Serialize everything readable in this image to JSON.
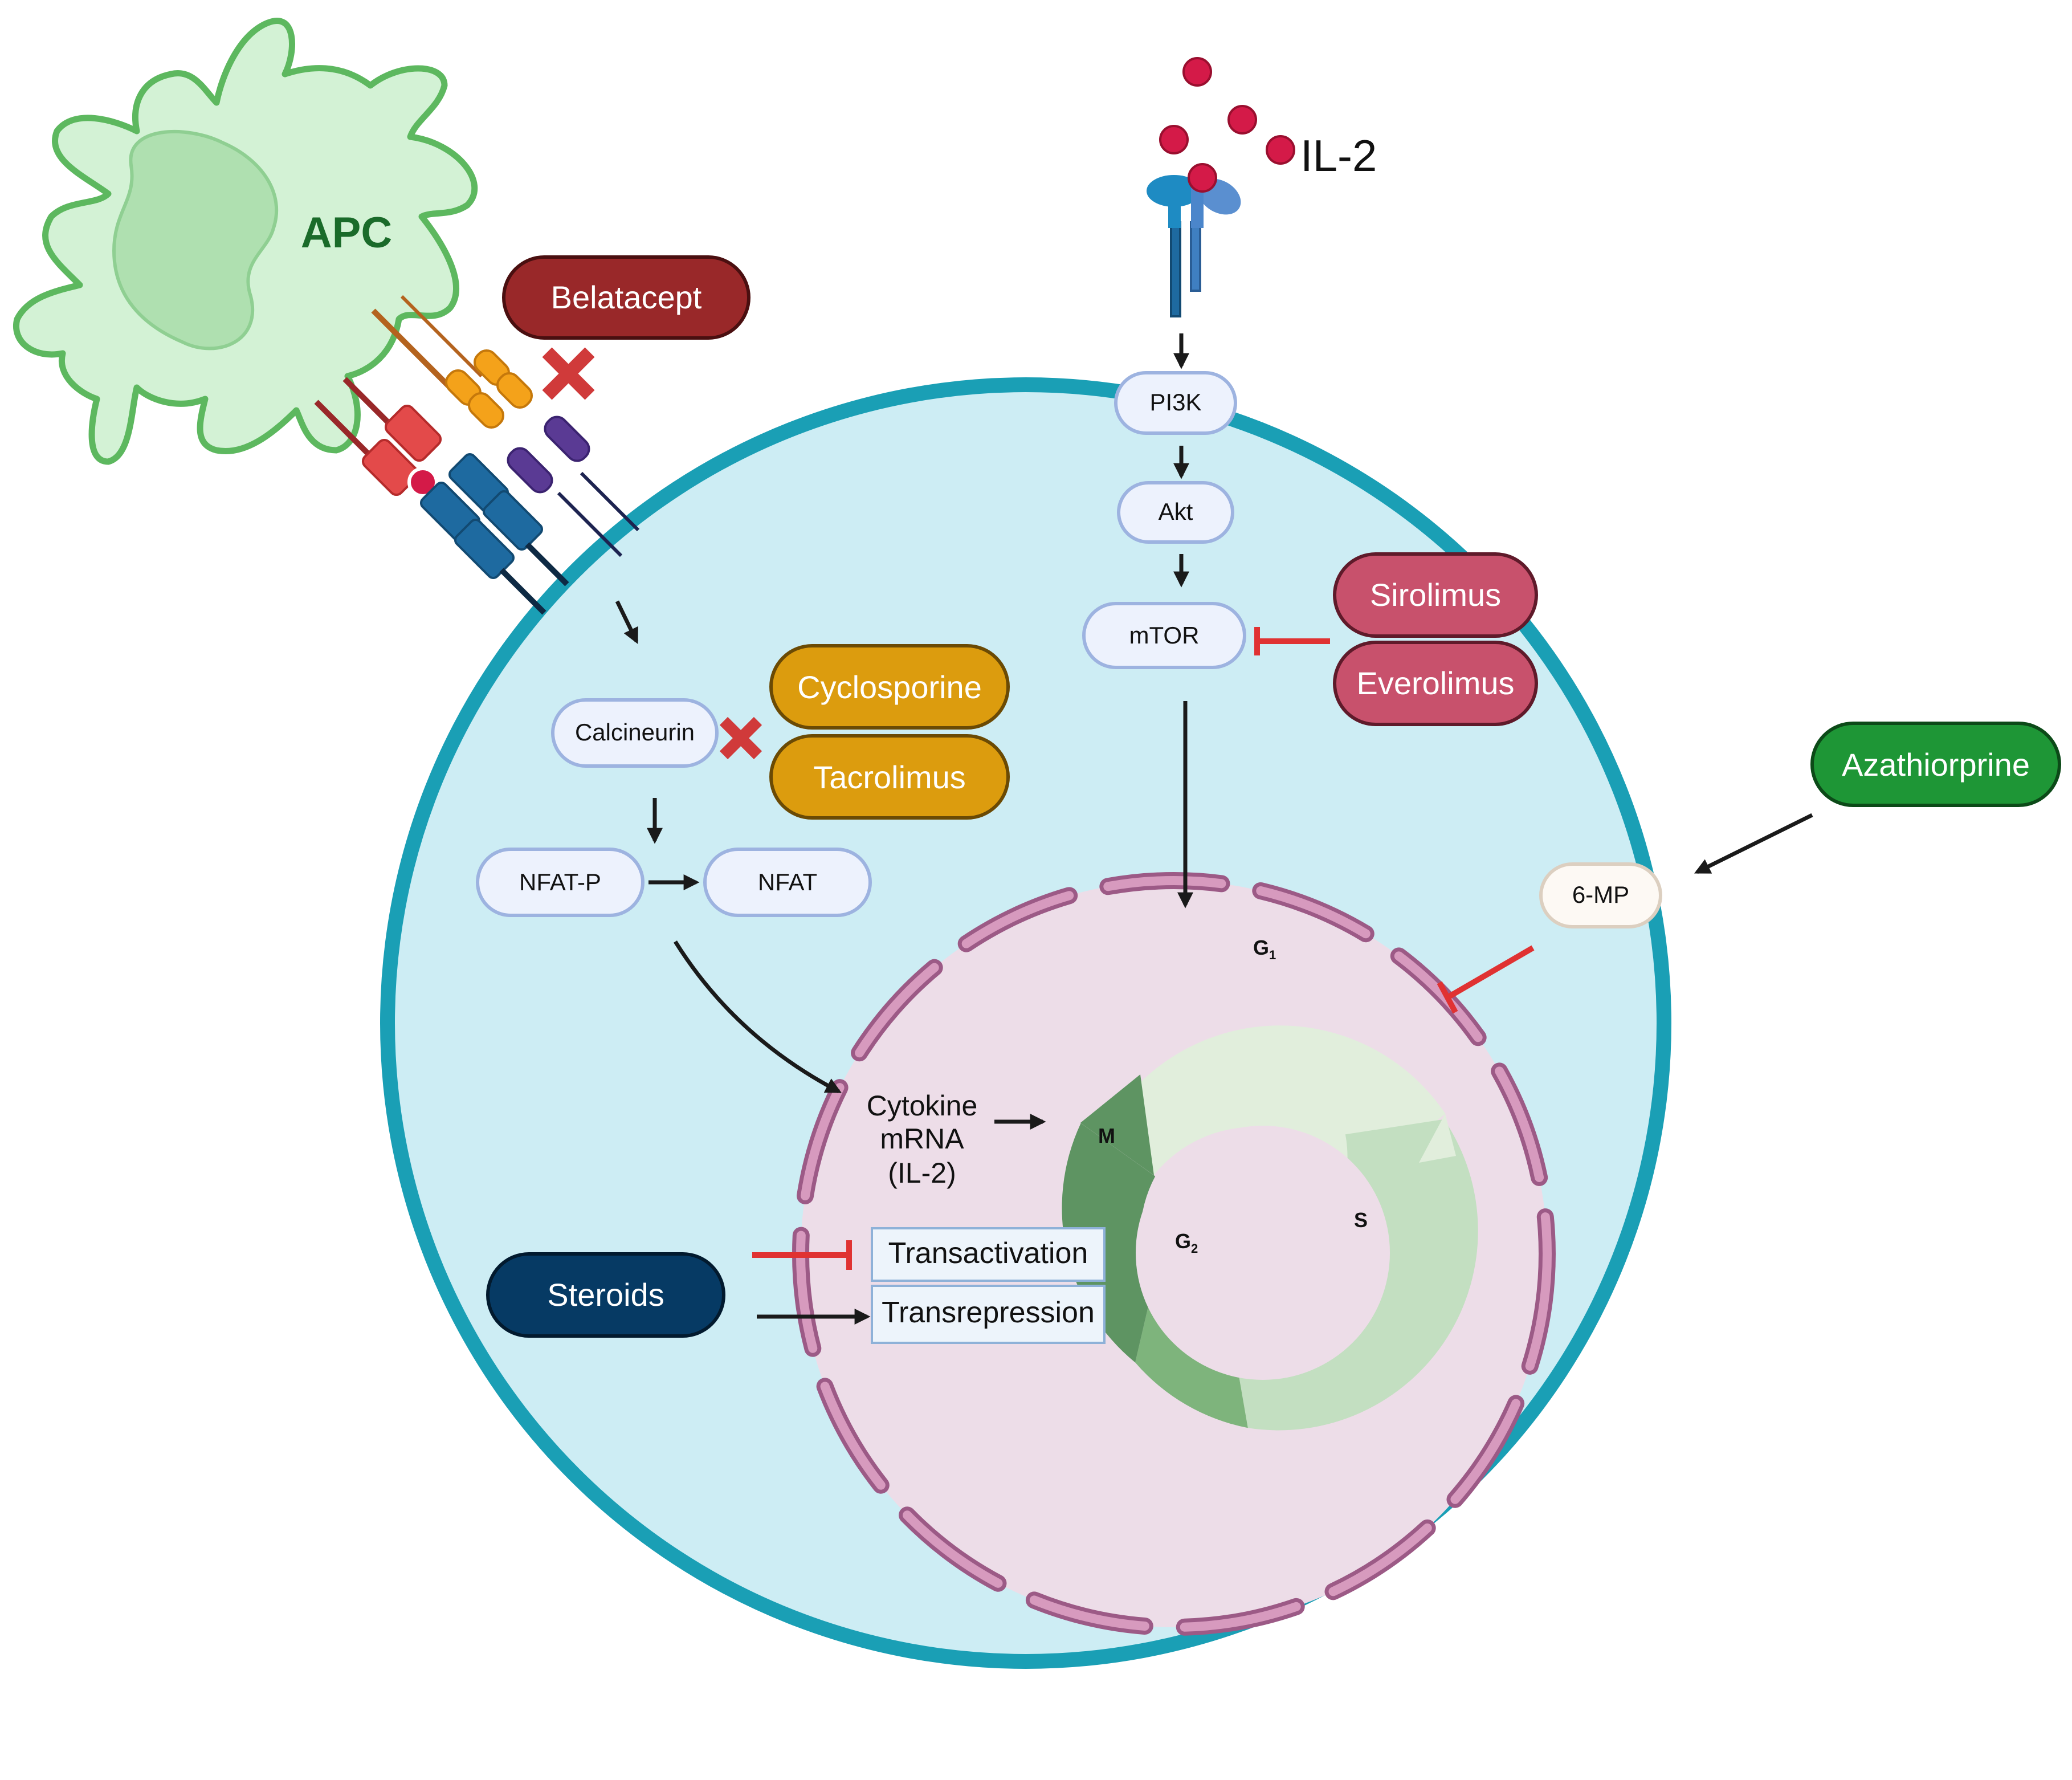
{
  "cells": {
    "apc_label": "APC",
    "il2_label": "IL-2"
  },
  "drugs": {
    "belatacept": "Belatacept",
    "cyclosporine": "Cyclosporine",
    "tacrolimus": "Tacrolimus",
    "sirolimus": "Sirolimus",
    "everolimus": "Everolimus",
    "azathioprine": "Azathiorprine",
    "steroids": "Steroids"
  },
  "pathway": {
    "pi3k": "PI3K",
    "akt": "Akt",
    "mtor": "mTOR",
    "calcineurin": "Calcineurin",
    "nfat_p": "NFAT-P",
    "nfat": "NFAT",
    "six_mp": "6-MP"
  },
  "nucleus": {
    "cytokine_line1": "Cytokine",
    "cytokine_line2": "mRNA",
    "cytokine_line3": "(IL-2)",
    "transactivation": "Transactivation",
    "transrepression": "Transrepression"
  },
  "cell_cycle": {
    "g1_letter": "G",
    "g1_sub": "1",
    "s_label": "S",
    "g2_letter": "G",
    "g2_sub": "2",
    "m_label": "M"
  },
  "colors": {
    "cell_fill": "#cdedf4",
    "cell_border": "#1a9fb5",
    "nucleus_fill": "#eddde8",
    "nucleus_border": "#c985ad",
    "apc_fill": "#d3f2d5",
    "apc_border": "#5db85f",
    "belatacept": "#992829",
    "calcineurin_inhibitor": "#dc9c0e",
    "mtor_inhibitor": "#c8516c",
    "azathioprine": "#1e9636",
    "steroids": "#063a64",
    "inhibit_red": "#e03232",
    "il2_red": "#d41a48",
    "node_fill": "#edf2fd",
    "node_border": "#9db3e0"
  }
}
